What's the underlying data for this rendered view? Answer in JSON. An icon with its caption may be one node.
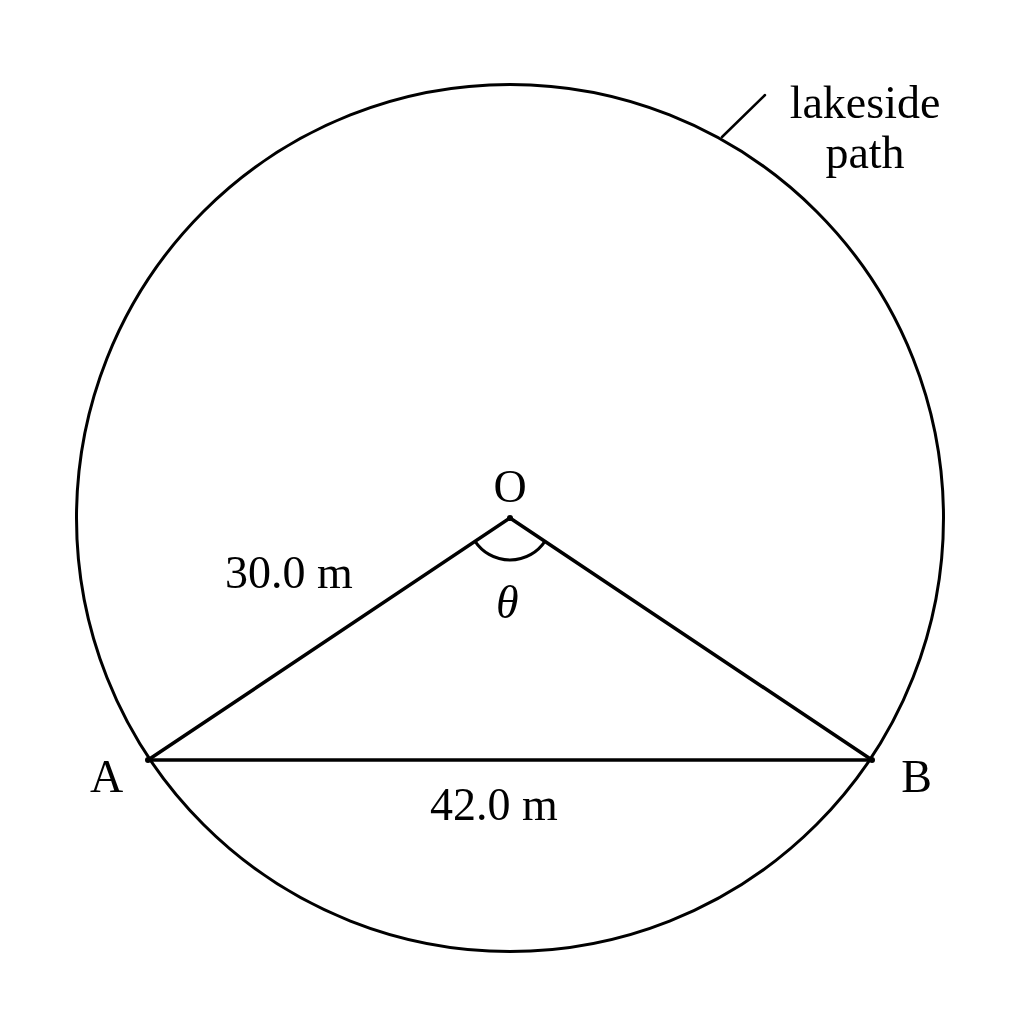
{
  "diagram": {
    "nodes": [
      {
        "text": [
          "lakeside path"
        ]
      },
      {
        "text": [],
        "shape": "circle"
      },
      {
        "text": [
          "O"
        ],
        "beside": [
          "θ"
        ],
        "in": 1
      },
      {
        "text": [
          "A"
        ],
        "in": 1
      },
      {
        "text": [
          "B"
        ],
        "in": 1
      }
    ],
    "edges": [
      {
        "from": 0,
        "to": 1,
        "arrow": "none"
      },
      {
        "from": 2,
        "to": 3,
        "arrow": "none",
        "label": "30.0 m"
      },
      {
        "from": 2,
        "to": 4,
        "arrow": "none"
      },
      {
        "from": 3,
        "to": 4,
        "arrow": "none",
        "label": "42.0 m"
      }
    ]
  }
}
